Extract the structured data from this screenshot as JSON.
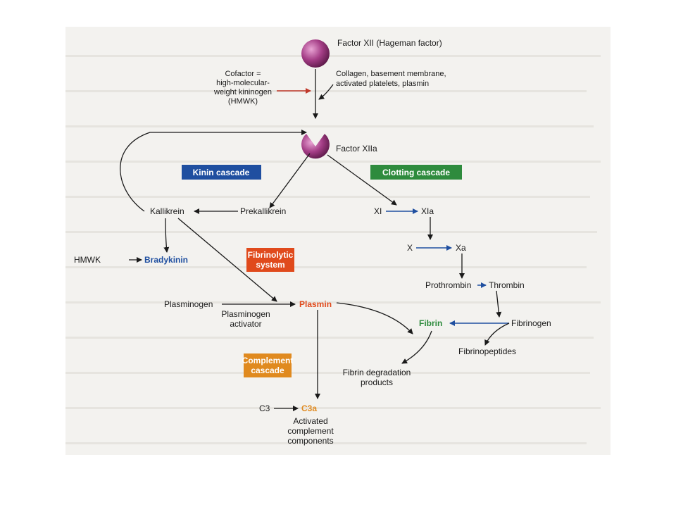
{
  "diagram": {
    "factor_xii": "Factor XII (Hageman factor)",
    "collagen": [
      "Collagen, basement membrane,",
      "activated platelets, plasmin"
    ],
    "cofactor": [
      "Cofactor =",
      "high-molecular-",
      "weight kininogen",
      "(HMWK)"
    ],
    "factor_xiia": "Factor XIIa",
    "kinin_cascade": "Kinin cascade",
    "clotting_cascade": "Clotting cascade",
    "kallikrein": "Kallikrein",
    "prekallikrein": "Prekallikrein",
    "xi": "XI",
    "xia": "XIa",
    "x": "X",
    "xa": "Xa",
    "hmwk": "HMWK",
    "bradykinin": "Bradykinin",
    "fibrinolytic": [
      "Fibrinolytic",
      "system"
    ],
    "prothrombin": "Prothrombin",
    "thrombin": "Thrombin",
    "plasminogen": "Plasminogen",
    "plasmin": "Plasmin",
    "plasminogen_activator": [
      "Plasminogen",
      "activator"
    ],
    "fibrin": "Fibrin",
    "fibrinogen": "Fibrinogen",
    "fibrinopeptides": "Fibrinopeptides",
    "complement": [
      "Complement",
      "cascade"
    ],
    "fdp": [
      "Fibrin degradation",
      "products"
    ],
    "c3": "C3",
    "c3a": "C3a",
    "activated": [
      "Activated",
      "complement",
      "components"
    ]
  },
  "colors": {
    "kinin_box": "#1f4fa0",
    "clotting_box": "#2e8b3d",
    "fibrinolytic_box": "#e04a1c",
    "complement_box": "#e08a1f",
    "factor_ball": "#a43d86"
  }
}
